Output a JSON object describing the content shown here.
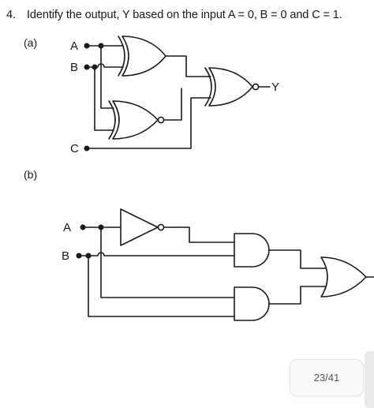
{
  "question": {
    "number": "4.",
    "text": "Identify the output, Y based on the input A = 0, B = 0 and C = 1."
  },
  "part_a": {
    "label": "(a)",
    "inputs": [
      "A",
      "B",
      "C"
    ],
    "output": "Y"
  },
  "part_b": {
    "label": "(b)",
    "inputs": [
      "A",
      "B"
    ]
  },
  "page_counter": "23/41"
}
